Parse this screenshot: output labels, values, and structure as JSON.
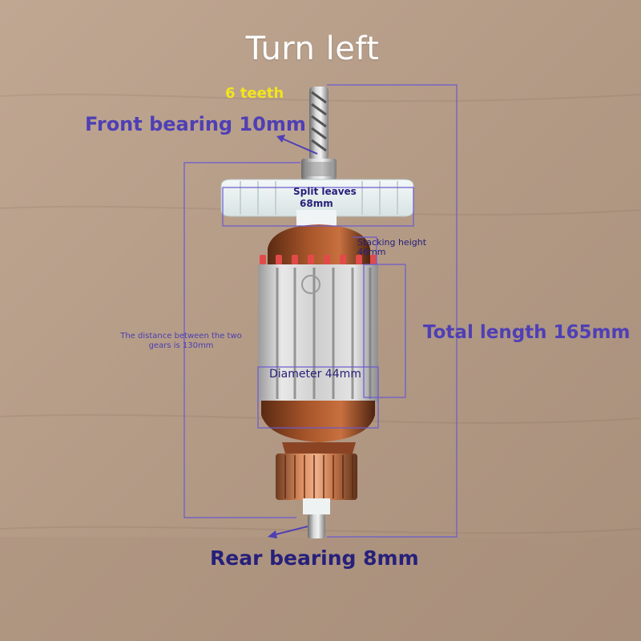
{
  "title": "Turn left",
  "labels": {
    "teeth": "6 teeth",
    "front_bearing": "Front bearing 10mm",
    "split_leaves_line1": "Split leaves",
    "split_leaves_line2": "68mm",
    "stacking_height_line1": "Stacking height",
    "stacking_height_line2": "46mm",
    "gear_distance": "The distance between the two gears is 130mm",
    "total_length": "Total length 165mm",
    "diameter": "Diameter 44mm",
    "rear_bearing": "Rear bearing 8mm"
  },
  "colors": {
    "background": "#b39a86",
    "title_text": "#ffffff",
    "teeth_text": "#f2e51c",
    "label_purple": "#4f3fb5",
    "label_navy": "#27207a",
    "annotation_line": "#6a5ad0"
  }
}
